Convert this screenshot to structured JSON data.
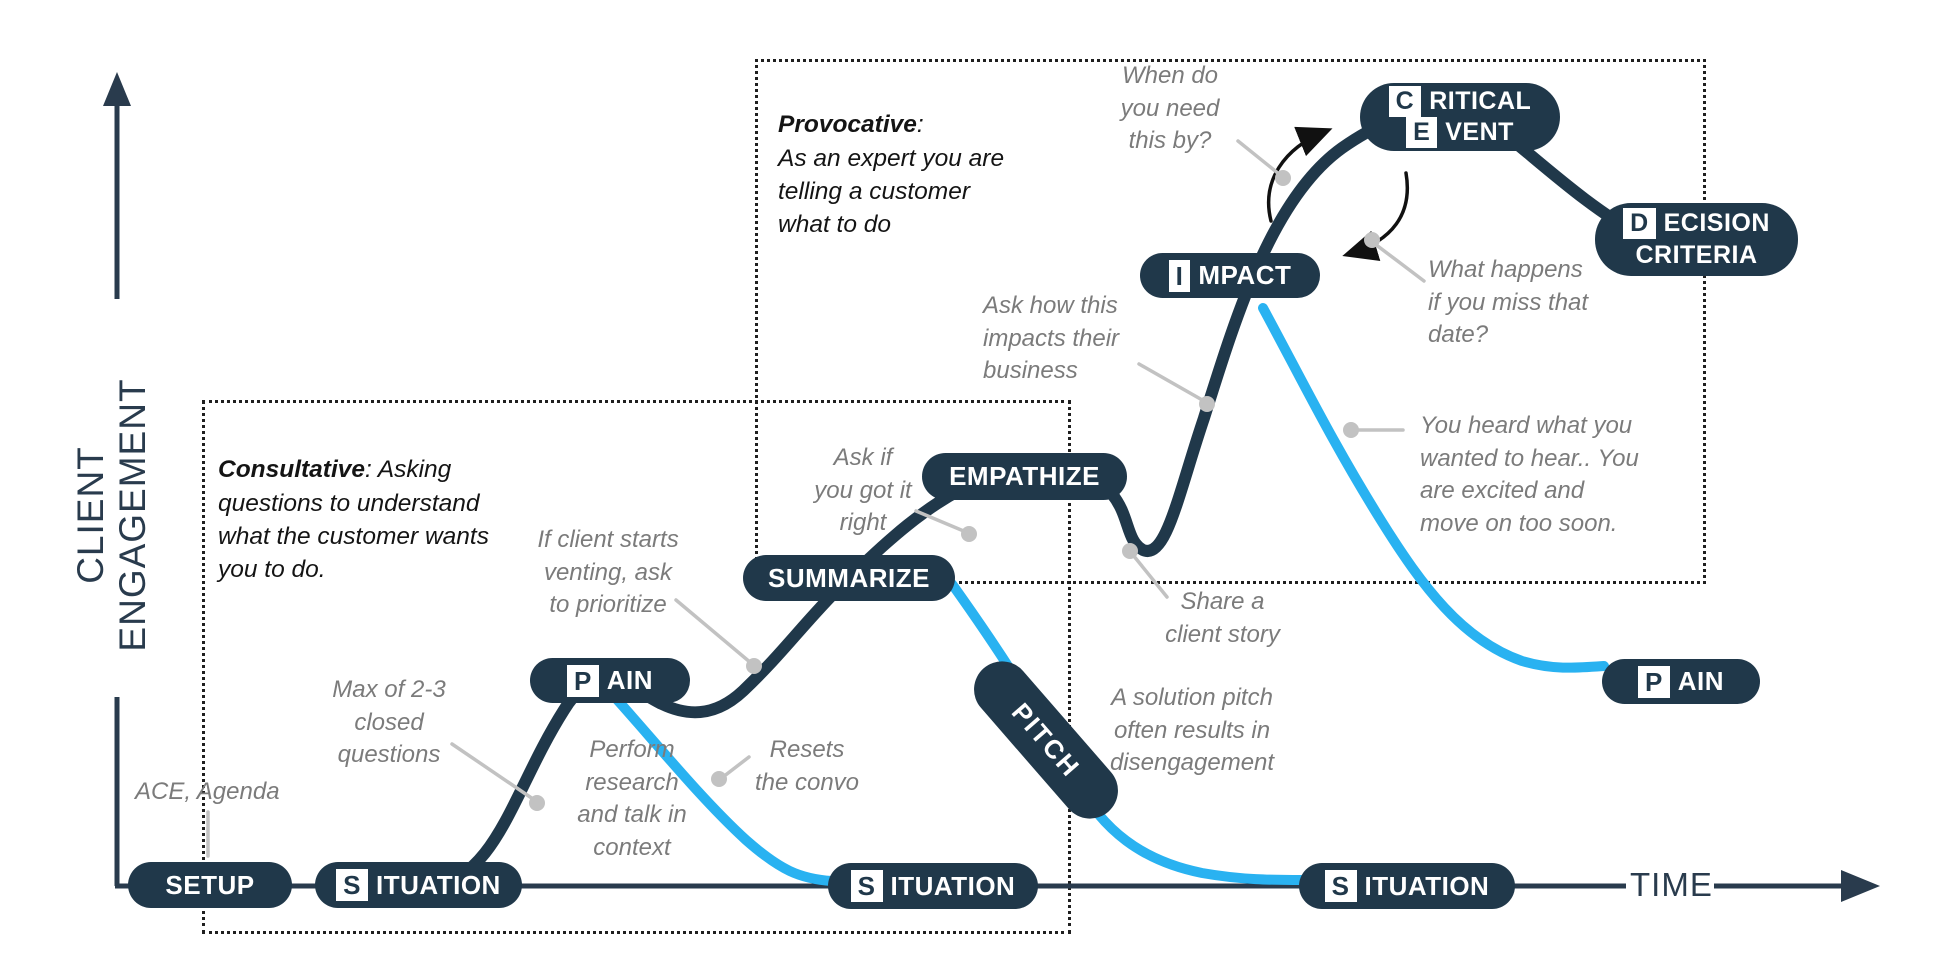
{
  "axes": {
    "y_label": "CLIENT ENGAGEMENT",
    "x_label": "TIME"
  },
  "boxes": {
    "consultative": {
      "title": "Consultative",
      "body": ": Asking\nquestions to understand\nwhat the customer wants\nyou to do."
    },
    "provocative": {
      "title": "Provocative",
      "body": ":\nAs an expert you are\ntelling a customer\nwhat to do"
    }
  },
  "pills": {
    "setup": {
      "label": "SETUP"
    },
    "situation1": {
      "boxed": "S",
      "rest": "ITUATION"
    },
    "pain_left": {
      "boxed": "P",
      "rest": "AIN"
    },
    "summarize": {
      "label": "SUMMARIZE"
    },
    "empathize": {
      "label": "EMPATHIZE"
    },
    "pitch": {
      "label": "PITCH"
    },
    "situation2": {
      "boxed": "S",
      "rest": "ITUATION"
    },
    "impact": {
      "boxed": "I",
      "rest": "MPACT"
    },
    "critical_event": {
      "line1_boxed": "C",
      "line1_rest": "RITICAL",
      "line2_boxed": "E",
      "line2_rest": "VENT"
    },
    "decision_criteria": {
      "line1_boxed": "D",
      "line1_rest": "ECISION",
      "line2": "CRITERIA"
    },
    "situation3": {
      "boxed": "S",
      "rest": "ITUATION"
    },
    "pain_right": {
      "boxed": "P",
      "rest": "AIN"
    }
  },
  "annotations": {
    "ace": "ACE, Agenda",
    "max_questions": "Max of 2-3\nclosed\nquestions",
    "if_client": "If client starts\nventing, ask\nto prioritize",
    "perform_research": "Perform\nresearch\nand talk in\ncontext",
    "resets": "Resets\nthe convo",
    "ask_if": "Ask if\nyou got it\nright",
    "share_story": "Share a\nclient story",
    "solution_pitch": "A solution pitch\noften results in\ndisengagement",
    "ask_how": "Ask how this\nimpacts their\nbusiness",
    "when_do": "When do\nyou need\nthis by?",
    "what_happens": "What happens\nif you miss that\ndate?",
    "you_heard": "You heard what you\nwanted to hear.. You\nare excited and\nmove on too soon."
  },
  "colors": {
    "navy": "#20384a",
    "engagement_curve": "#20384a",
    "disengagement_curve": "#29b2f1",
    "annotation_gray": "#7b7b7b",
    "connector_gray": "#c2c2c2",
    "definition_black": "#141414"
  }
}
